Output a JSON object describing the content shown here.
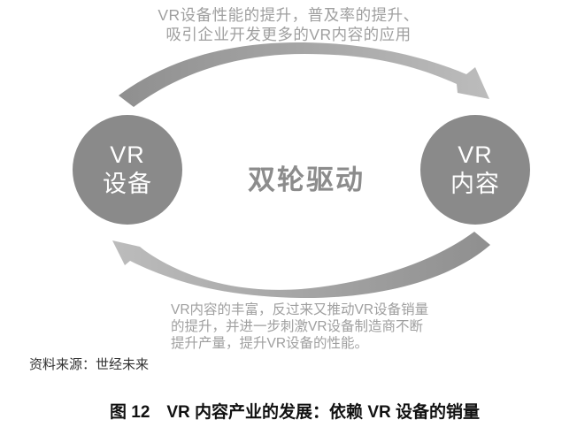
{
  "diagram": {
    "top_annotation": {
      "line1": "VR设备性能的提升，普及率的提升、",
      "line2": "吸引企业开发更多的VR内容的应用"
    },
    "left_circle": {
      "line1": "VR",
      "line2": "设备"
    },
    "center_label": "双轮驱动",
    "right_circle": {
      "line1": "VR",
      "line2": "内容"
    },
    "bottom_annotation": {
      "line1": "VR内容的丰富，反过来又推动VR设备销量",
      "line2": "的提升，并进一步刺激VR设备制造商不断",
      "line3": "提升产量，提升VR设备的性能。"
    },
    "colors": {
      "circle_fill": "#8a8a8a",
      "circle_text": "#ffffff",
      "annotation_text": "#9f9f9f",
      "center_label_text": "#8c8c8c",
      "arrow_dark": "#8f8f8f",
      "arrow_light": "#bcbcbc",
      "caption_text": "#111111"
    }
  },
  "source_note": "资料来源：世经未来",
  "caption": "图 12　VR 内容产业的发展：依赖 VR 设备的销量"
}
